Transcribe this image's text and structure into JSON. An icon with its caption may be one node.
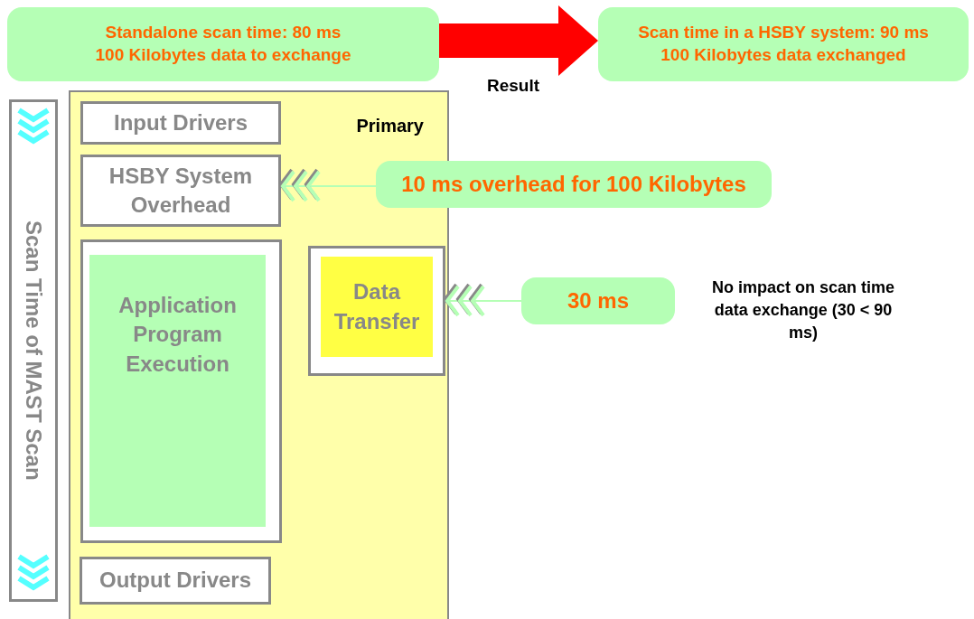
{
  "diagram": {
    "nodes": [
      {
        "text": [
          "Standalone scan time: 80 ms 100 Kilobytes data to exchange"
        ]
      },
      {
        "text": [
          "Scan time in a HSBY system: 90 ms 100 Kilobytes data exchanged"
        ]
      },
      {
        "text": [
          "Scan Time of MAST Scan"
        ]
      },
      {
        "text": [
          "Primary"
        ]
      },
      {
        "text": [
          "Input Drivers"
        ],
        "in": 3
      },
      {
        "text": [
          "HSBY System Overhead"
        ],
        "in": 3
      },
      {
        "text": [
          "Application Program Execution"
        ],
        "in": 3
      },
      {
        "text": [
          "Data Transfer"
        ],
        "in": 3
      },
      {
        "text": [
          "Output Drivers"
        ],
        "in": 3
      },
      {
        "text": [
          "10 ms overhead for 100 Kilobytes"
        ]
      },
      {
        "text": [
          "30 ms"
        ]
      }
    ],
    "edges": [
      {
        "from": 0,
        "to": 1,
        "arrow": "to",
        "label": "Result",
        "style": "thick",
        "color": "#ff0000"
      },
      {
        "from": 9,
        "to": 5,
        "arrow": "to"
      },
      {
        "from": 10,
        "to": 7,
        "arrow": "to"
      }
    ],
    "labels": [
      "No impact on scan time data exchange (30 < 90 ms)"
    ]
  }
}
